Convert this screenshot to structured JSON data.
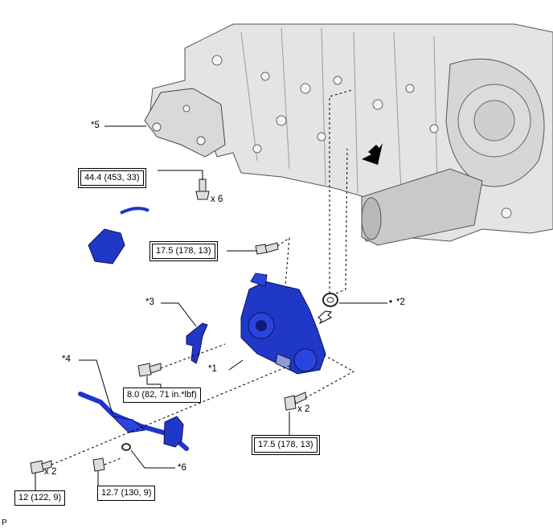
{
  "diagram": {
    "callouts": {
      "c1": "*1",
      "c2": "*2",
      "c3": "*3",
      "c4": "*4",
      "c5": "*5",
      "c6": "*6"
    },
    "torques": {
      "t_bracket_bolt": "44.4 (453, 33)",
      "t_pump_bolt_upper": "17.5 (178, 13)",
      "t_bracket3_bolt": "8.0 (82, 71 in.*lbf)",
      "t_pump_bolt_lower": "17.5 (178, 13)",
      "t_hose_bolt": "12 (122, 9)",
      "t_union_bolt": "12.7 (130, 9)"
    },
    "quantities": {
      "q_bracket_bolts": "x 6",
      "q_pump_bolts": "x 2",
      "q_hose_bolts": "x 2"
    },
    "marker_dot": "•",
    "corner_label": "P",
    "colors": {
      "part_blue": "#1f35c9",
      "part_blue_dark": "#0e1a7a",
      "engine_gray": "#e6e6e6"
    }
  }
}
